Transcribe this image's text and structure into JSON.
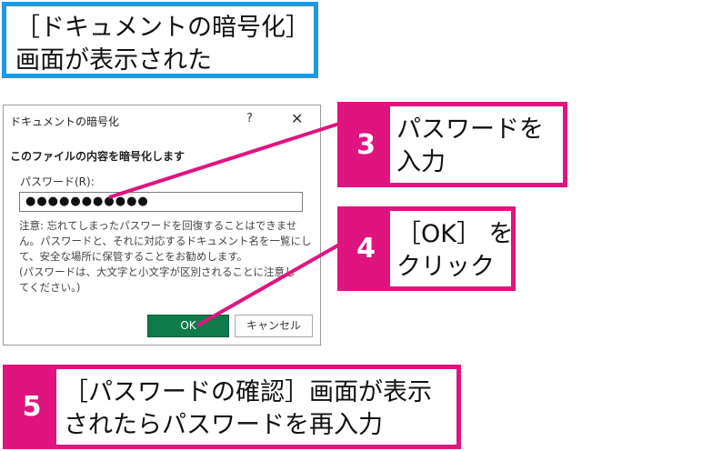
{
  "caption": {
    "line1": "［ドキュメントの暗号化］",
    "line2": "画面が表示された"
  },
  "dialog": {
    "title": "ドキュメントの暗号化",
    "help": "?",
    "close": "✕",
    "heading": "このファイルの内容を暗号化します",
    "password_label": "パスワード(R):",
    "password_value": "●●●●●●●●●●●",
    "note_lines": [
      "注意: 忘れてしまったパスワードを回復することはできませ",
      "ん。パスワードと、それに対応するドキュメント名を一覧にし",
      "て、安全な場所に保管することをお勧めします。",
      "(パスワードは、大文字と小文字が区別されることに注意し",
      "てください。)"
    ],
    "ok_label": "OK",
    "cancel_label": "キャンセル"
  },
  "callouts": {
    "step3": {
      "number": "3",
      "line1": "パスワードを",
      "line2": "入力"
    },
    "step4": {
      "number": "4",
      "line1": "［OK］ を",
      "line2": "クリック"
    },
    "step5": {
      "number": "5",
      "line1": "［パスワードの確認］画面が表示",
      "line2": "されたらパスワードを再入力"
    }
  },
  "colors": {
    "caption_border": "#1a9be0",
    "callout_accent": "#e0147f",
    "ok_button": "#0f7a4a"
  }
}
